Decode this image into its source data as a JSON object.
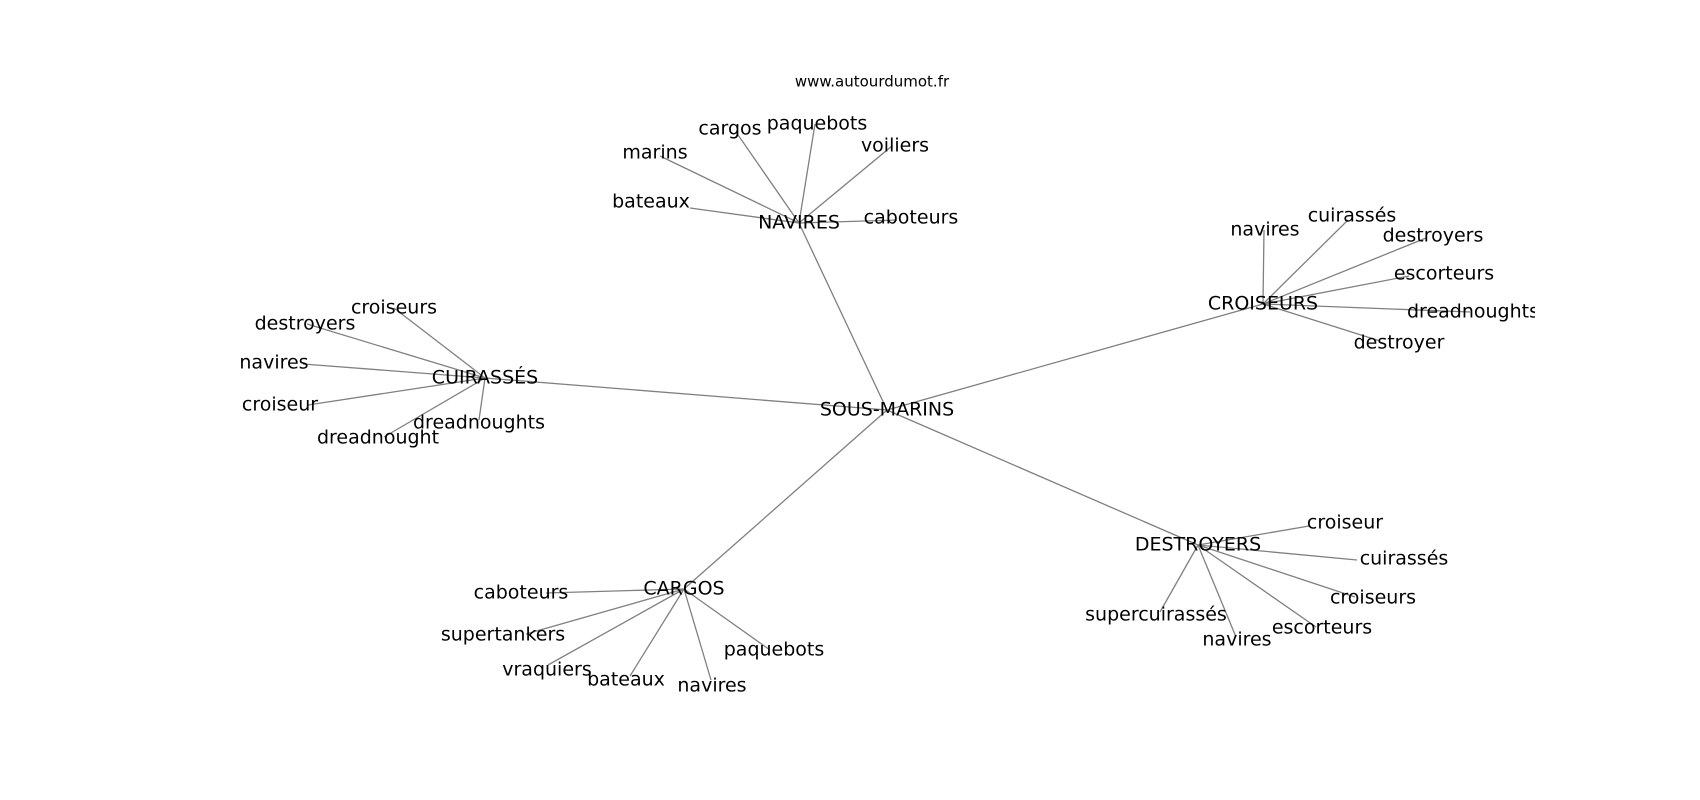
{
  "source": "www.autourdumot.fr",
  "center": "SOUS-MARINS",
  "clusters": [
    {
      "hub": "NAVIRES",
      "words": [
        "bateaux",
        "marins",
        "cargos",
        "paquebots",
        "voiliers",
        "caboteurs"
      ]
    },
    {
      "hub": "CROISEURS",
      "words": [
        "navires",
        "cuirassés",
        "destroyers",
        "escorteurs",
        "dreadnoughts",
        "destroyer"
      ]
    },
    {
      "hub": "CUIRASSÉS",
      "words": [
        "croiseurs",
        "destroyers",
        "navires",
        "croiseur",
        "dreadnought",
        "dreadnoughts"
      ]
    },
    {
      "hub": "CARGOS",
      "words": [
        "caboteurs",
        "supertankers",
        "vraquiers",
        "bateaux",
        "navires",
        "paquebots"
      ]
    },
    {
      "hub": "DESTROYERS",
      "words": [
        "croiseur",
        "cuirassés",
        "croiseurs",
        "escorteurs",
        "navires",
        "supercuirassés"
      ]
    }
  ]
}
